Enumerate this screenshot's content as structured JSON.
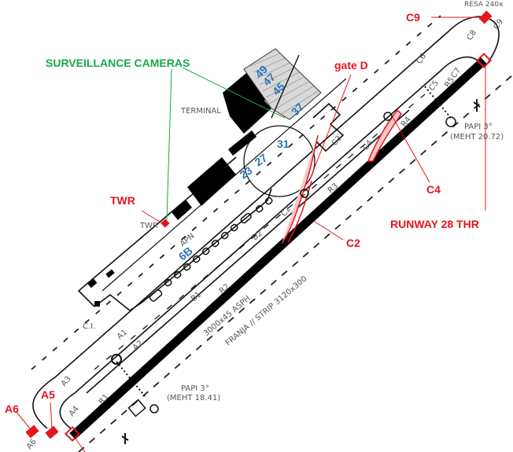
{
  "diagram": {
    "title_labels": {
      "surveillance": "SURVEILLANCE CAMERAS",
      "gate_d": "gate D",
      "twr": "TWR",
      "c9": "C9",
      "c4": "C4",
      "c2": "C2",
      "runway_thr": "RUNWAY 28 THR",
      "a5": "A5",
      "a6": "A6"
    },
    "chart_text": {
      "terminal": "TERMINAL",
      "twr_small": "TWR",
      "apn": "APN",
      "ci": "C.I.",
      "runway_dims": "3000x45 ASPH",
      "strip": "FRANJA // STRIP 3120x300",
      "resa": "RESA 240x",
      "papi_east": "PAPI 3°",
      "meht_east": "(MEHT 20.72)",
      "papi_west": "PAPI 3°",
      "meht_west": "(MEHT 18.41)"
    },
    "stands": [
      "49",
      "47",
      "45",
      "37",
      "31",
      "27",
      "23",
      "6B"
    ],
    "taxiways": [
      "A1",
      "A2",
      "A3",
      "A4",
      "A6",
      "B1",
      "B2",
      "C2",
      "C3",
      "C4",
      "C5",
      "C6",
      "C7",
      "C8",
      "C9",
      "R1",
      "R2",
      "R3",
      "R4",
      "R5"
    ],
    "colors": {
      "annotation_red": "#e8141c",
      "annotation_green": "#1aa64a",
      "stand_blue": "#2b73b8",
      "runway": "#000000"
    }
  }
}
